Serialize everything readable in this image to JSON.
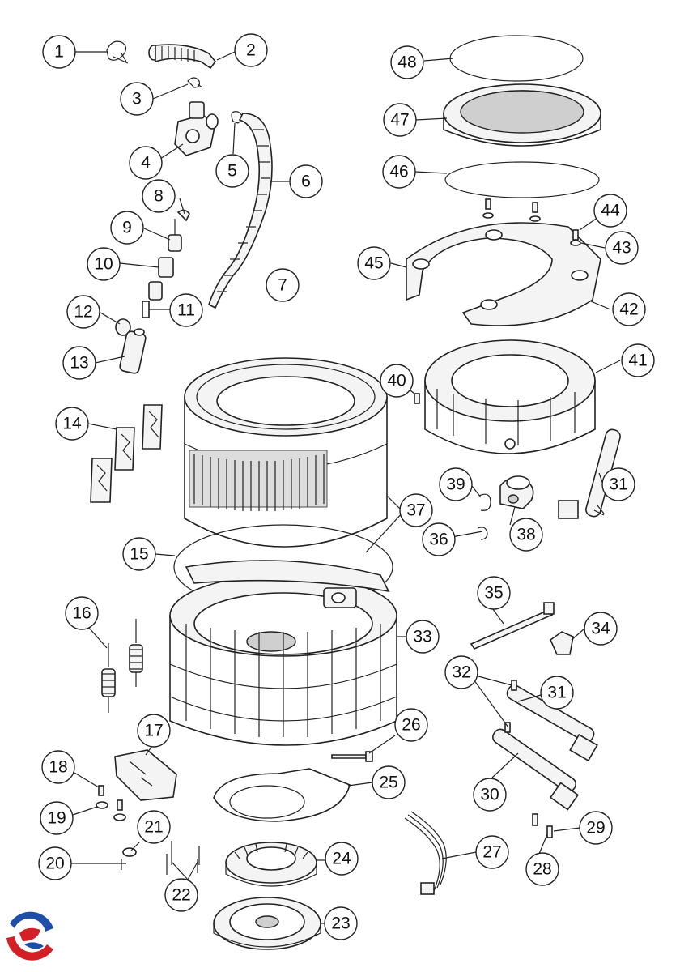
{
  "diagram": {
    "callouts": [
      "1",
      "2",
      "3",
      "4",
      "5",
      "6",
      "7",
      "8",
      "9",
      "10",
      "11",
      "12",
      "13",
      "14",
      "15",
      "16",
      "17",
      "18",
      "19",
      "20",
      "21",
      "22",
      "23",
      "24",
      "25",
      "26",
      "27",
      "28",
      "29",
      "30",
      "31",
      "31",
      "32",
      "33",
      "34",
      "35",
      "36",
      "37",
      "38",
      "39",
      "40",
      "41",
      "42",
      "43",
      "44",
      "45",
      "46",
      "47",
      "48"
    ]
  },
  "logo": {
    "name": "brand-logo",
    "colors": [
      "#d32027",
      "#1f4ea8"
    ]
  }
}
